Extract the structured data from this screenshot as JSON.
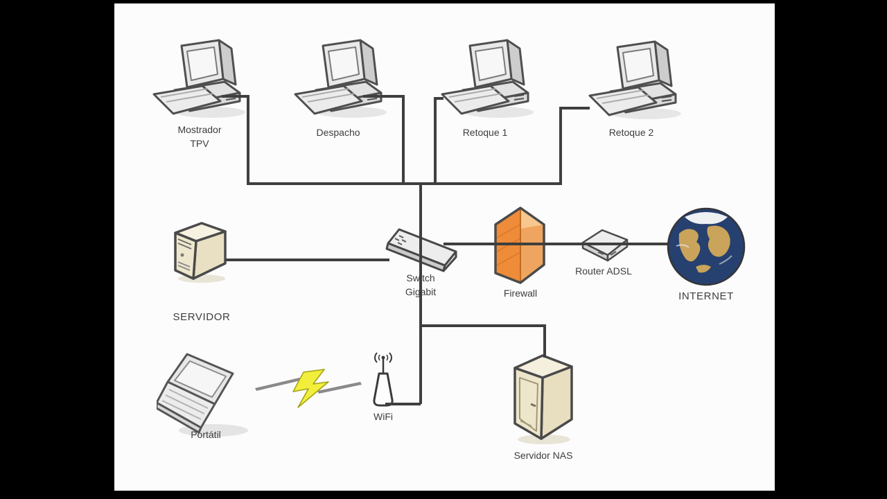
{
  "scene": {
    "kind": "network-diagram",
    "language": "es",
    "colors": {
      "letterbox": "#000000",
      "panel_bg": "#fcfcfc",
      "cable_line": "#3f3f3f",
      "text": "#3d3d3d",
      "firewall_orange": "#ee8c3a",
      "globe_ocean": "#26406f",
      "globe_land": "#c9a45a",
      "bolt_yellow": "#f2ef3c",
      "device_beige": "#efe7cd",
      "device_gray": "#e9e9e9"
    }
  },
  "diagram": {
    "nodes": {
      "mostrador": {
        "type": "workstation",
        "lines": [
          "Mostrador",
          "TPV"
        ]
      },
      "despacho": {
        "type": "workstation",
        "lines": [
          "Despacho"
        ]
      },
      "retoque1": {
        "type": "workstation",
        "lines": [
          "Retoque 1"
        ]
      },
      "retoque2": {
        "type": "workstation",
        "lines": [
          "Retoque 2"
        ]
      },
      "servidor": {
        "type": "server-tower",
        "lines": [
          "SERVIDOR"
        ]
      },
      "switch": {
        "type": "network-switch",
        "lines": [
          "Switch",
          "Gigabit"
        ]
      },
      "firewall": {
        "type": "firewall",
        "lines": [
          "Firewall"
        ]
      },
      "router": {
        "type": "adsl-router",
        "lines": [
          "Router ADSL"
        ]
      },
      "internet": {
        "type": "internet-globe",
        "lines": [
          "INTERNET"
        ]
      },
      "portatil": {
        "type": "laptop",
        "lines": [
          "Portátil"
        ]
      },
      "wifi": {
        "type": "wifi-access-point",
        "lines": [
          "WiFi"
        ]
      },
      "nas": {
        "type": "nas-server",
        "lines": [
          "Servidor NAS"
        ]
      }
    },
    "edges": [
      {
        "from": "mostrador",
        "to": "switch",
        "medium": "wired"
      },
      {
        "from": "despacho",
        "to": "switch",
        "medium": "wired"
      },
      {
        "from": "retoque1",
        "to": "switch",
        "medium": "wired"
      },
      {
        "from": "retoque2",
        "to": "switch",
        "medium": "wired"
      },
      {
        "from": "servidor",
        "to": "switch",
        "medium": "wired"
      },
      {
        "from": "switch",
        "to": "firewall",
        "medium": "wired"
      },
      {
        "from": "firewall",
        "to": "router",
        "medium": "wired"
      },
      {
        "from": "router",
        "to": "internet",
        "medium": "wired"
      },
      {
        "from": "switch",
        "to": "nas",
        "medium": "wired"
      },
      {
        "from": "switch",
        "to": "wifi",
        "medium": "wired"
      },
      {
        "from": "portatil",
        "to": "wifi",
        "medium": "wireless"
      }
    ]
  }
}
